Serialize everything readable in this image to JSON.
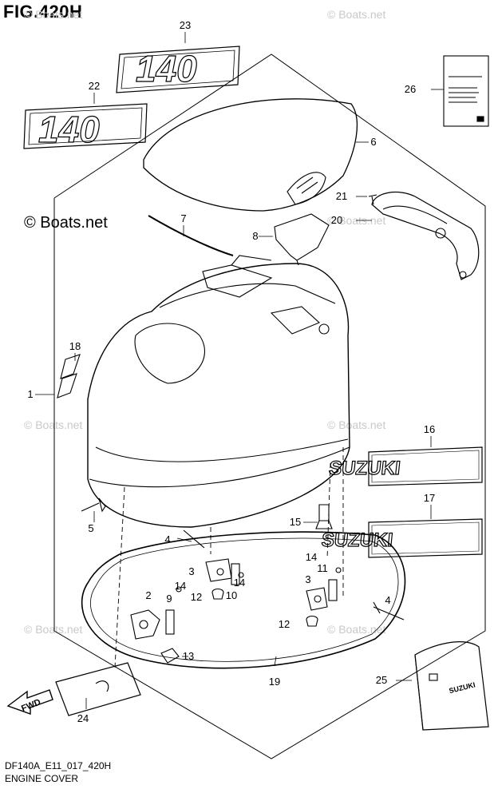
{
  "header": {
    "title": "FIG.420H"
  },
  "footer": {
    "code": "DF140A_E11_017_420H",
    "name": "ENGINE COVER"
  },
  "watermark": {
    "main": "© Boats.net",
    "faint": "© Boats.net"
  },
  "decals": {
    "model_number": "140",
    "brand": "SUZUKI",
    "fwd_arrow": "FWD"
  },
  "callouts": [
    "1",
    "2",
    "3",
    "3",
    "4",
    "4",
    "5",
    "6",
    "7",
    "8",
    "9",
    "10",
    "11",
    "12",
    "12",
    "13",
    "14",
    "14",
    "14",
    "15",
    "16",
    "17",
    "18",
    "19",
    "20",
    "21",
    "22",
    "23",
    "24",
    "25",
    "26"
  ],
  "colors": {
    "line": "#000000",
    "watermark": "#c9c9c9",
    "background": "#ffffff"
  }
}
